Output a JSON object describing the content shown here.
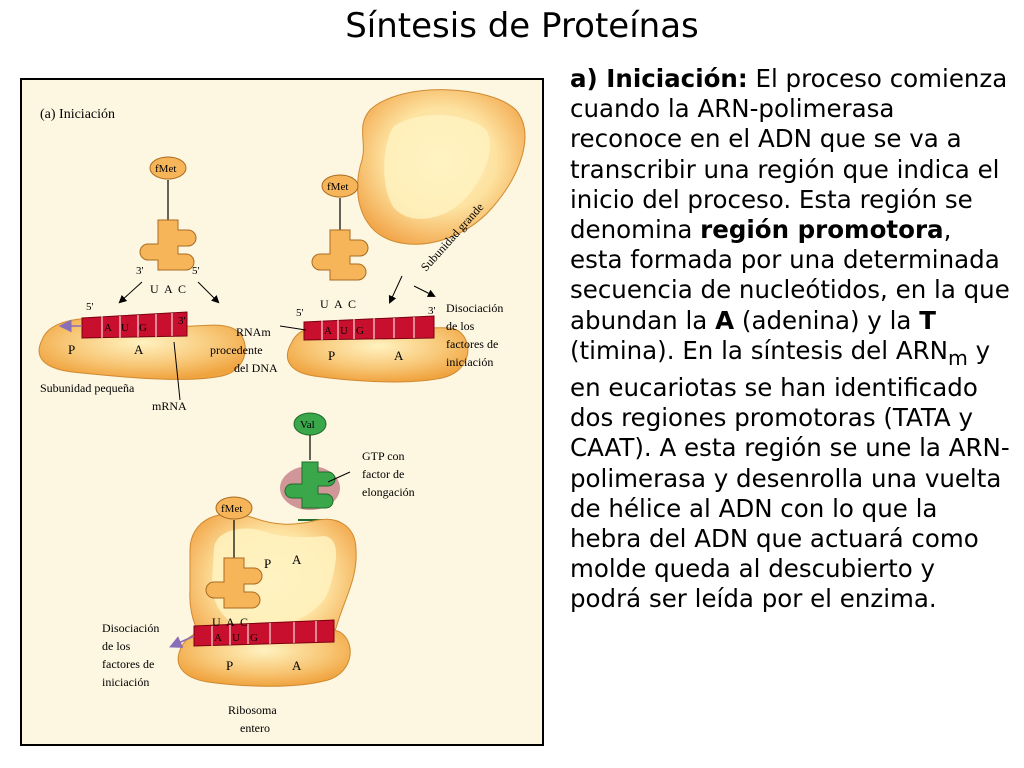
{
  "slide": {
    "title": "Síntesis de Proteínas"
  },
  "figure": {
    "panel_title": "(a) Iniciación",
    "fmet": "fMet",
    "val": "Val",
    "three_prime": "3'",
    "five_prime": "5'",
    "anticodon": [
      "U",
      "A",
      "C"
    ],
    "codon": [
      "A",
      "U",
      "G"
    ],
    "site_p": "P",
    "site_a": "A",
    "small_subunit": "Subunidad pequeña",
    "mrna": "mRNA",
    "large_subunit": "Subunidad grande",
    "rnam_lines": [
      "RNAm",
      "procedente",
      "del DNA"
    ],
    "dissociation_lines": [
      "Disociación",
      "de los",
      "factores de",
      "iniciación"
    ],
    "gtp_lines": [
      "GTP con",
      "factor de",
      "elongación"
    ],
    "ribosome_lines": [
      "Ribosoma",
      "entero"
    ]
  },
  "text": {
    "heading": "a) Iniciación:",
    "p1": " El proceso comienza cuando la ARN-polimerasa reconoce en el ADN que se va a transcribir una región que indica el inicio del proceso. Esta región se denomina ",
    "b1": "región promotora",
    "p2": ", esta formada por una determinada secuencia de nucleótidos, en la que abundan la ",
    "b2": "A",
    "p3": " (adenina) y la ",
    "b3": "T",
    "p4": " (timina). En la síntesis del ARN",
    "sub": "m",
    "p5": "  y en eucariotas se han identificado dos regiones promotoras (TATA y CAAT). A esta región se une la ARN-polimerasa y desenrolla una vuelta de hélice al ADN con lo que la hebra del ADN que actuará como molde queda al descubierto y podrá ser leída por el enzima."
  },
  "colors": {
    "ribosome": "#f5b860",
    "ribosome_light": "#fde9a9",
    "mrna": "#c8102e",
    "trna": "#f7b55a",
    "val_trna": "#3aa84a",
    "factor": "#c9868b",
    "arrow": "#8a6fb8"
  }
}
